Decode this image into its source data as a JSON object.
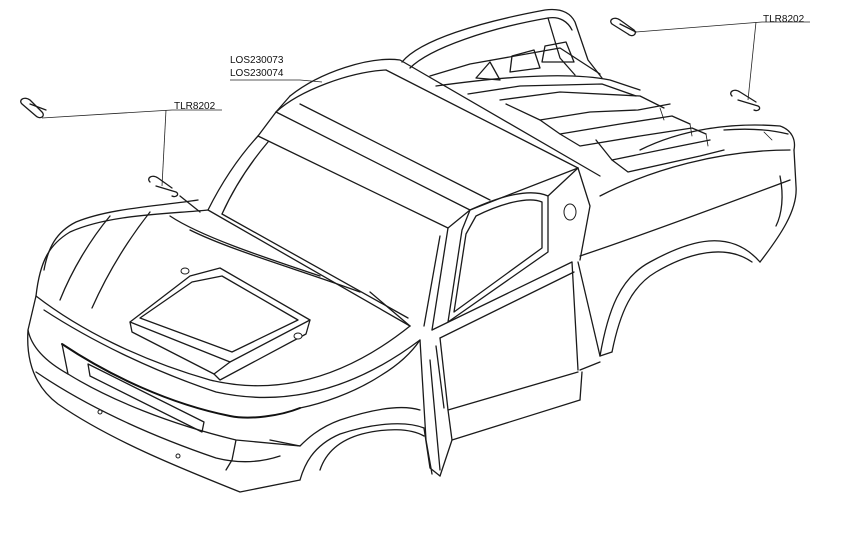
{
  "callouts": {
    "body_part_1": "LOS230073",
    "body_part_2": "LOS230074",
    "clip_left": "TLR8202",
    "clip_right": "TLR8202"
  }
}
